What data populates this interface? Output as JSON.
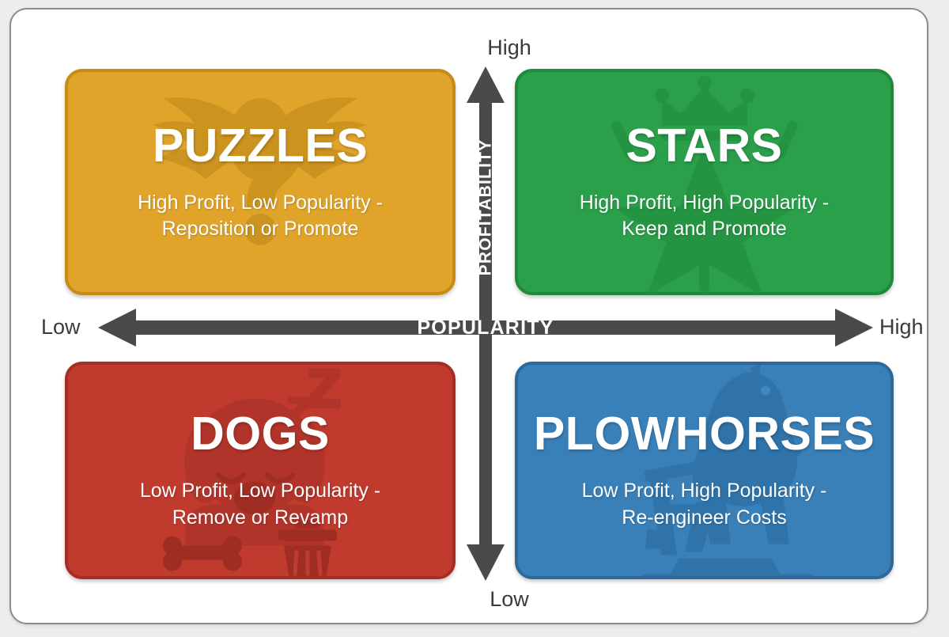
{
  "diagram": {
    "type": "menu-engineering-matrix",
    "axes": {
      "x": {
        "label": "POPULARITY",
        "low_label": "Low",
        "high_label": "High",
        "direction": "bidirectional",
        "color": "#4a4a4a"
      },
      "y": {
        "label": "PROFITABILITY",
        "low_label": "Low",
        "high_label": "High",
        "direction": "bidirectional",
        "color": "#4a4a4a"
      }
    },
    "quadrants": [
      {
        "key": "puzzles",
        "title": "PUZZLES",
        "subtitle_line1": "High Profit, Low Popularity -",
        "subtitle_line2": "Reposition or Promote",
        "position": "top-left",
        "profitability": "High",
        "popularity": "Low",
        "action": "Reposition or Promote",
        "fill": "#e0a42b",
        "border": "#c58c18",
        "watermark": "winged-question-mark-icon"
      },
      {
        "key": "stars",
        "title": "STARS",
        "subtitle_line1": "High Profit, High Popularity -",
        "subtitle_line2": "Keep and Promote",
        "position": "top-right",
        "profitability": "High",
        "popularity": "High",
        "action": "Keep and Promote",
        "fill": "#2ba04b",
        "border": "#1f8a3c",
        "watermark": "crowned-star-icon"
      },
      {
        "key": "dogs",
        "title": "DOGS",
        "subtitle_line1": "Low Profit, Low Popularity -",
        "subtitle_line2": "Remove or Revamp",
        "position": "bottom-left",
        "profitability": "Low",
        "popularity": "Low",
        "action": "Remove or Revamp",
        "fill": "#c13a2e",
        "border": "#a62d23",
        "watermark": "sleeping-dog-icon"
      },
      {
        "key": "plowhorses",
        "title": "PLOWHORSES",
        "subtitle_line1": "Low Profit, High Popularity -",
        "subtitle_line2": "Re-engineer Costs",
        "position": "bottom-right",
        "profitability": "Low",
        "popularity": "High",
        "action": "Re-engineer Costs",
        "fill": "#3a80b8",
        "border": "#2b689b",
        "watermark": "plow-horse-icon"
      }
    ]
  }
}
